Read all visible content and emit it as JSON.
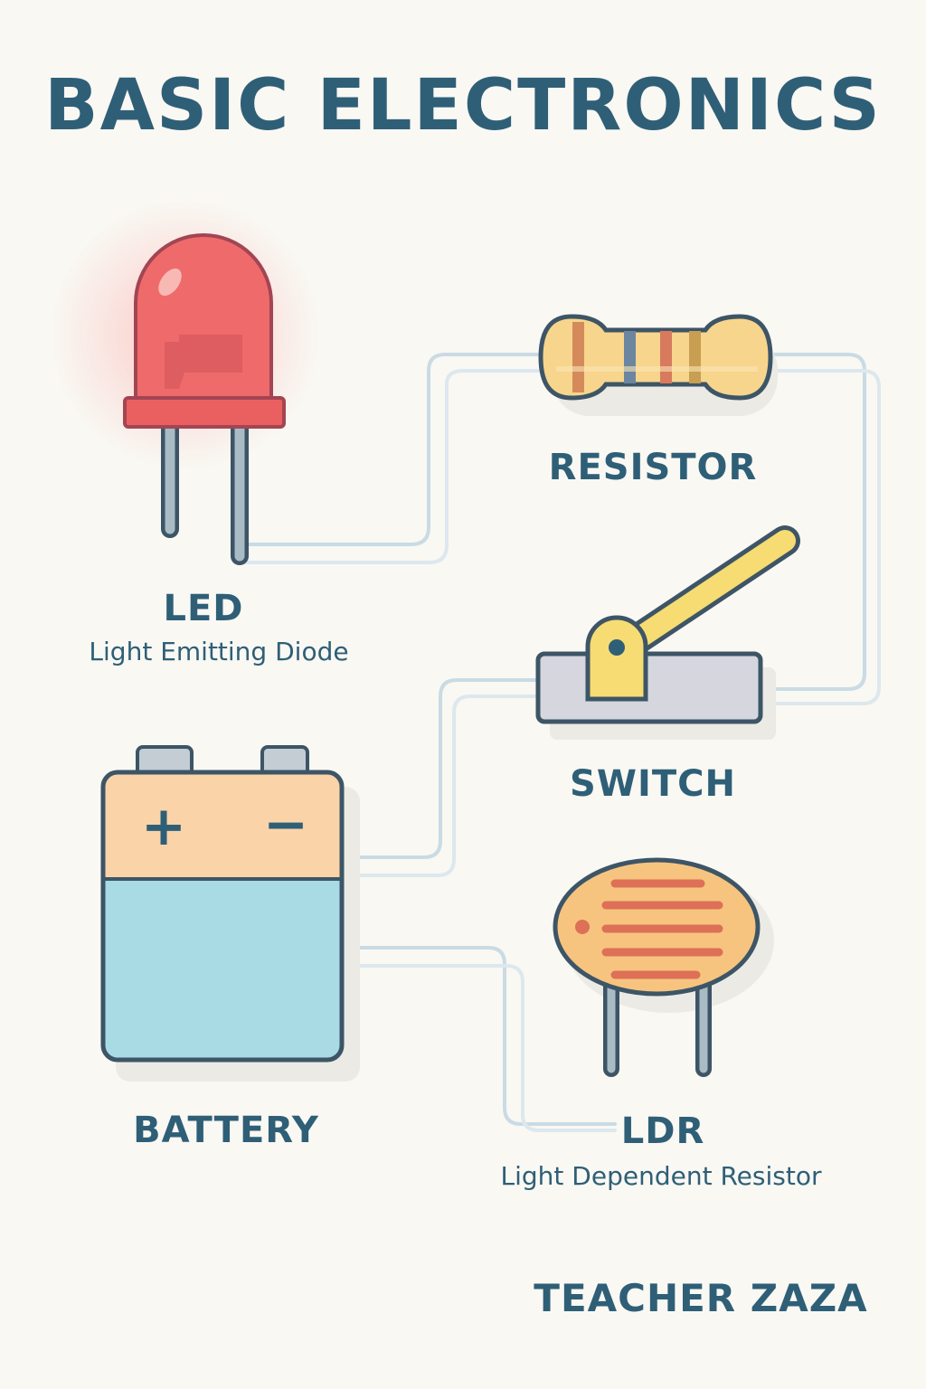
{
  "title": "BASIC ELECTRONICS",
  "components": {
    "led": {
      "label": "LED",
      "subtitle": "Light Emitting Diode"
    },
    "resistor": {
      "label": "RESISTOR"
    },
    "switch": {
      "label": "SWITCH"
    },
    "battery": {
      "label": "BATTERY",
      "plus": "+",
      "minus": "−"
    },
    "ldr": {
      "label": "LDR",
      "subtitle": "Light Dependent Resistor"
    }
  },
  "credit": "TEACHER ZAZA",
  "colors": {
    "ink": "#2f5f77",
    "outline": "#3d5566",
    "led_red": "#ef6b6b",
    "resistor_body": "#f8d58c",
    "switch_lever": "#f6dc72",
    "battery_top": "#fad3a8",
    "battery_bottom": "#a8dbe3",
    "ldr_body": "#f6c47f",
    "wire": "#c9dbe4"
  }
}
